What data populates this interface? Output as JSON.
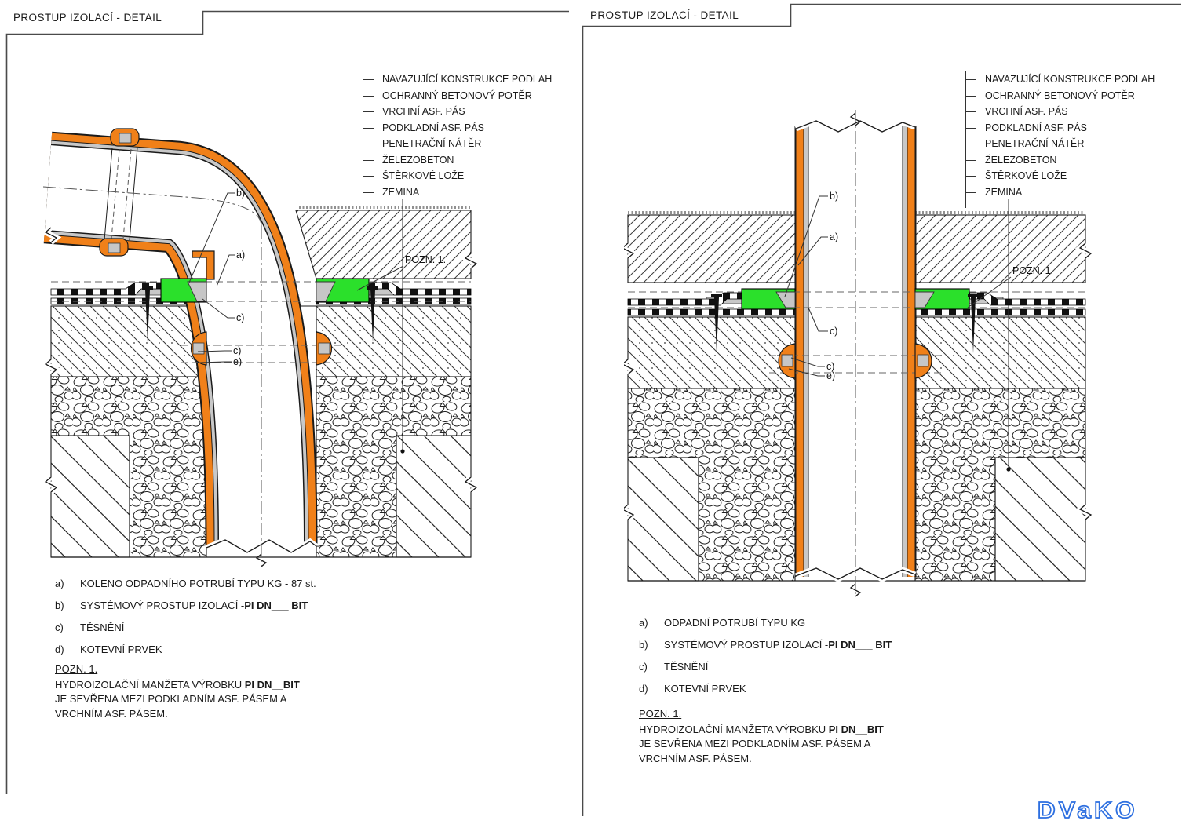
{
  "colors": {
    "pipe_orange": "#F08019",
    "seal_green": "#2BE02B",
    "seal_gray": "#C6C6C6",
    "line_dark": "#1A1A1A",
    "logo_blue": "#2D6FE0"
  },
  "logo": {
    "text": "DVaKO"
  },
  "panels": [
    {
      "title": "PROSTUP IZOLACÍ - DETAIL",
      "layer_labels": [
        "NAVAZUJÍCÍ KONSTRUKCE PODLAH",
        "OCHRANNÝ BETONOVÝ POTĚR",
        "VRCHNÍ ASF. PÁS",
        "PODKLADNÍ ASF. PÁS",
        "PENETRAČNÍ NÁTĚR",
        "ŽELEZOBETON",
        "ŠTĚRKOVÉ LOŽE",
        "ZEMINA"
      ],
      "callouts": [
        "b)",
        "a)",
        "c)",
        "c)",
        "e)"
      ],
      "note_ref": "POZN. 1.",
      "legend": [
        {
          "key": "a)",
          "text": "KOLENO ODPADNÍHO POTRUBÍ TYPU KG - 87 st.",
          "bold": ""
        },
        {
          "key": "b)",
          "text": "SYSTÉMOVÝ PROSTUP IZOLACÍ - ",
          "bold": "PI DN___ BIT"
        },
        {
          "key": "c)",
          "text": "TĚSNĚNÍ",
          "bold": ""
        },
        {
          "key": "d)",
          "text": "KOTEVNÍ PRVEK",
          "bold": ""
        }
      ],
      "note": {
        "heading": "POZN. 1.",
        "body_normal": "HYDROIZOLAČNÍ MANŽETA VÝROBKU ",
        "body_bold": "PI DN__BIT",
        "line2": "JE SEVŘENA MEZI PODKLADNÍM ASF. PÁSEM A",
        "line3": "VRCHNÍM ASF. PÁSEM."
      }
    },
    {
      "title": "PROSTUP IZOLACÍ - DETAIL",
      "layer_labels": [
        "NAVAZUJÍCÍ KONSTRUKCE PODLAH",
        "OCHRANNÝ BETONOVÝ POTĚR",
        "VRCHNÍ ASF. PÁS",
        "PODKLADNÍ ASF. PÁS",
        "PENETRAČNÍ NÁTĚR",
        "ŽELEZOBETON",
        "ŠTĚRKOVÉ LOŽE",
        "ZEMINA"
      ],
      "callouts": [
        "b)",
        "a)",
        "c)",
        "c)",
        "e)"
      ],
      "note_ref": "POZN. 1.",
      "legend": [
        {
          "key": "a)",
          "text": "ODPADNÍ POTRUBÍ TYPU KG",
          "bold": ""
        },
        {
          "key": "b)",
          "text": "SYSTÉMOVÝ PROSTUP IZOLACÍ - ",
          "bold": "PI DN___ BIT"
        },
        {
          "key": "c)",
          "text": "TĚSNĚNÍ",
          "bold": ""
        },
        {
          "key": "d)",
          "text": "KOTEVNÍ PRVEK",
          "bold": ""
        }
      ],
      "note": {
        "heading": "POZN. 1.",
        "body_normal": "HYDROIZOLAČNÍ MANŽETA VÝROBKU ",
        "body_bold": "PI DN__BIT",
        "line2": "JE SEVŘENA MEZI PODKLADNÍM ASF. PÁSEM A",
        "line3": "VRCHNÍM ASF. PÁSEM."
      }
    }
  ]
}
